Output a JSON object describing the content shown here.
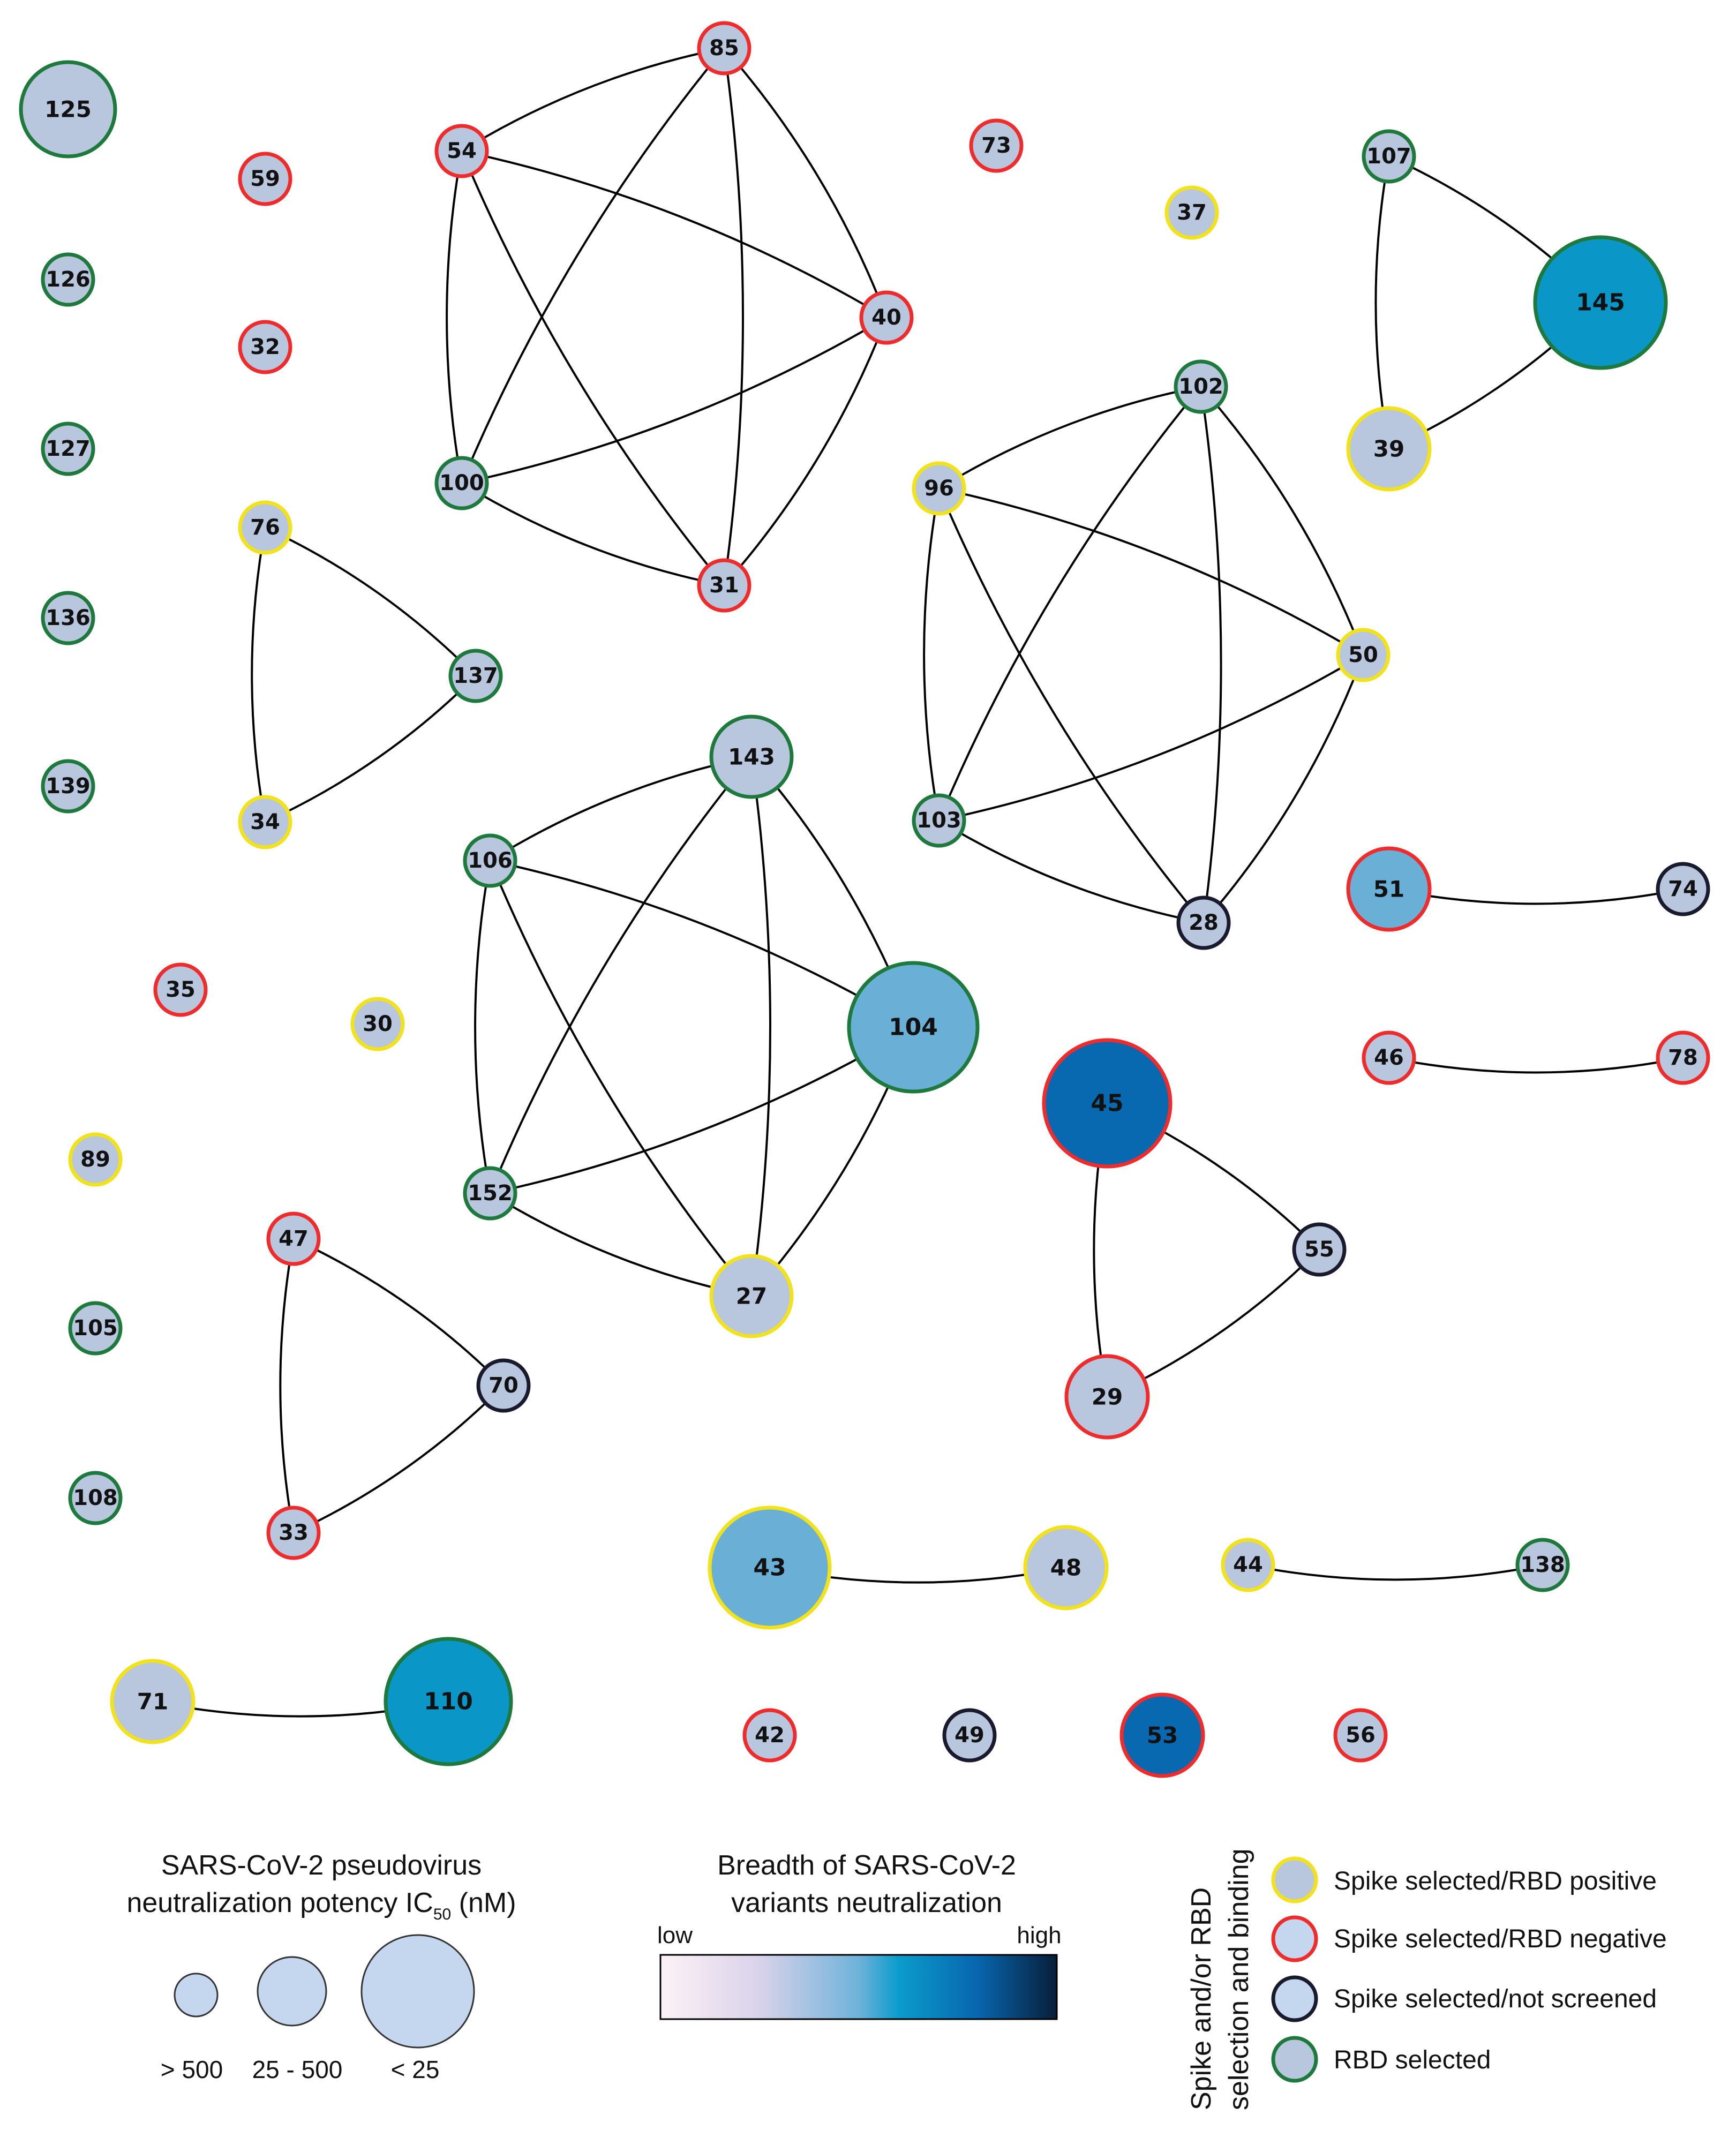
{
  "legend": {
    "size": {
      "title_line1": "SARS-CoV-2 pseudovirus",
      "title_line2_prefix": "neutralization potency IC",
      "title_line2_sub": "50",
      "title_line2_suffix": " (nM)",
      "labels": [
        "> 500",
        "25 - 500",
        "< 25"
      ]
    },
    "color": {
      "title_line1": "Breadth of SARS-CoV-2",
      "title_line2": "variants neutralization",
      "low": "low",
      "high": "high"
    },
    "border": {
      "title_line1": "Spike and/or RBD",
      "title_line2": "selection and binding",
      "items": [
        {
          "label": "Spike selected/RBD positive",
          "color": "#f2e21b"
        },
        {
          "label": "Spike selected/RBD negative",
          "color": "#ef2b2b"
        },
        {
          "label": "Spike selected/not screened",
          "color": "#1a1a2e"
        },
        {
          "label": "RBD selected",
          "color": "#1e7a3c"
        }
      ]
    }
  },
  "colors": {
    "yellow": "#f2e21b",
    "red": "#ef2b2b",
    "black": "#1a1a2e",
    "green": "#1e7a3c",
    "fill_base": "#b9c7de",
    "fill_light": "#6aafd6",
    "fill_mid": "#0b96c8",
    "fill_dark": "#0969b0",
    "edge": "#000000"
  },
  "nodes": [
    {
      "id": "125",
      "border": "green",
      "size": "mid",
      "fill": "base"
    },
    {
      "id": "126",
      "border": "green",
      "size": "small",
      "fill": "base"
    },
    {
      "id": "127",
      "border": "green",
      "size": "small",
      "fill": "base"
    },
    {
      "id": "136",
      "border": "green",
      "size": "small",
      "fill": "base"
    },
    {
      "id": "139",
      "border": "green",
      "size": "small",
      "fill": "base"
    },
    {
      "id": "59",
      "border": "red",
      "size": "small",
      "fill": "base"
    },
    {
      "id": "32",
      "border": "red",
      "size": "small",
      "fill": "base"
    },
    {
      "id": "76",
      "border": "yellow",
      "size": "small",
      "fill": "base"
    },
    {
      "id": "34",
      "border": "yellow",
      "size": "small",
      "fill": "base"
    },
    {
      "id": "137",
      "border": "green",
      "size": "small",
      "fill": "base"
    },
    {
      "id": "85",
      "border": "red",
      "size": "small",
      "fill": "base"
    },
    {
      "id": "54",
      "border": "red",
      "size": "small",
      "fill": "base"
    },
    {
      "id": "40",
      "border": "red",
      "size": "small",
      "fill": "base"
    },
    {
      "id": "100",
      "border": "green",
      "size": "small",
      "fill": "base"
    },
    {
      "id": "31",
      "border": "red",
      "size": "small",
      "fill": "base"
    },
    {
      "id": "73",
      "border": "red",
      "size": "small",
      "fill": "base"
    },
    {
      "id": "37",
      "border": "yellow",
      "size": "small",
      "fill": "base"
    },
    {
      "id": "107",
      "border": "green",
      "size": "small",
      "fill": "base"
    },
    {
      "id": "145",
      "border": "green",
      "size": "large",
      "fill": "mid"
    },
    {
      "id": "39",
      "border": "yellow",
      "size": "mid",
      "fill": "base"
    },
    {
      "id": "102",
      "border": "green",
      "size": "small",
      "fill": "base"
    },
    {
      "id": "96",
      "border": "yellow",
      "size": "small",
      "fill": "base"
    },
    {
      "id": "50",
      "border": "yellow",
      "size": "small",
      "fill": "base"
    },
    {
      "id": "103",
      "border": "green",
      "size": "small",
      "fill": "base"
    },
    {
      "id": "28",
      "border": "black",
      "size": "small",
      "fill": "base"
    },
    {
      "id": "143",
      "border": "green",
      "size": "mid",
      "fill": "base"
    },
    {
      "id": "106",
      "border": "green",
      "size": "small",
      "fill": "base"
    },
    {
      "id": "104",
      "border": "green",
      "size": "large",
      "fill": "light"
    },
    {
      "id": "152",
      "border": "green",
      "size": "small",
      "fill": "base"
    },
    {
      "id": "27",
      "border": "yellow",
      "size": "mid",
      "fill": "base"
    },
    {
      "id": "51",
      "border": "red",
      "size": "mid",
      "fill": "light"
    },
    {
      "id": "74",
      "border": "black",
      "size": "small",
      "fill": "base"
    },
    {
      "id": "46",
      "border": "red",
      "size": "small",
      "fill": "base"
    },
    {
      "id": "78",
      "border": "red",
      "size": "small",
      "fill": "base"
    },
    {
      "id": "35",
      "border": "red",
      "size": "small",
      "fill": "base"
    },
    {
      "id": "30",
      "border": "yellow",
      "size": "small",
      "fill": "base"
    },
    {
      "id": "89",
      "border": "yellow",
      "size": "small",
      "fill": "base"
    },
    {
      "id": "45",
      "border": "red",
      "size": "large",
      "fill": "dark"
    },
    {
      "id": "55",
      "border": "black",
      "size": "small",
      "fill": "base"
    },
    {
      "id": "29",
      "border": "red",
      "size": "mid",
      "fill": "base"
    },
    {
      "id": "47",
      "border": "red",
      "size": "small",
      "fill": "base"
    },
    {
      "id": "70",
      "border": "black",
      "size": "small",
      "fill": "base"
    },
    {
      "id": "33",
      "border": "red",
      "size": "small",
      "fill": "base"
    },
    {
      "id": "105",
      "border": "green",
      "size": "small",
      "fill": "base"
    },
    {
      "id": "108",
      "border": "green",
      "size": "small",
      "fill": "base"
    },
    {
      "id": "43",
      "border": "yellow",
      "size": "large",
      "fill": "light"
    },
    {
      "id": "48",
      "border": "yellow",
      "size": "mid",
      "fill": "base"
    },
    {
      "id": "44",
      "border": "yellow",
      "size": "small",
      "fill": "base"
    },
    {
      "id": "138",
      "border": "green",
      "size": "small",
      "fill": "base"
    },
    {
      "id": "71",
      "border": "yellow",
      "size": "mid",
      "fill": "base"
    },
    {
      "id": "110",
      "border": "green",
      "size": "large",
      "fill": "mid"
    },
    {
      "id": "42",
      "border": "red",
      "size": "small",
      "fill": "base"
    },
    {
      "id": "49",
      "border": "black",
      "size": "small",
      "fill": "base"
    },
    {
      "id": "53",
      "border": "red",
      "size": "mid",
      "fill": "dark"
    },
    {
      "id": "56",
      "border": "red",
      "size": "small",
      "fill": "base"
    }
  ],
  "edges": [
    [
      "85",
      "54"
    ],
    [
      "85",
      "40"
    ],
    [
      "85",
      "100"
    ],
    [
      "85",
      "31"
    ],
    [
      "54",
      "40"
    ],
    [
      "54",
      "100"
    ],
    [
      "54",
      "31"
    ],
    [
      "40",
      "100"
    ],
    [
      "40",
      "31"
    ],
    [
      "100",
      "31"
    ],
    [
      "76",
      "137"
    ],
    [
      "76",
      "34"
    ],
    [
      "34",
      "137"
    ],
    [
      "107",
      "145"
    ],
    [
      "107",
      "39"
    ],
    [
      "39",
      "145"
    ],
    [
      "102",
      "96"
    ],
    [
      "102",
      "50"
    ],
    [
      "102",
      "103"
    ],
    [
      "102",
      "28"
    ],
    [
      "96",
      "50"
    ],
    [
      "96",
      "103"
    ],
    [
      "96",
      "28"
    ],
    [
      "50",
      "103"
    ],
    [
      "50",
      "28"
    ],
    [
      "103",
      "28"
    ],
    [
      "143",
      "106"
    ],
    [
      "143",
      "104"
    ],
    [
      "143",
      "152"
    ],
    [
      "143",
      "27"
    ],
    [
      "106",
      "104"
    ],
    [
      "106",
      "152"
    ],
    [
      "106",
      "27"
    ],
    [
      "104",
      "152"
    ],
    [
      "104",
      "27"
    ],
    [
      "152",
      "27"
    ],
    [
      "51",
      "74"
    ],
    [
      "46",
      "78"
    ],
    [
      "45",
      "55"
    ],
    [
      "45",
      "29"
    ],
    [
      "29",
      "55"
    ],
    [
      "47",
      "70"
    ],
    [
      "47",
      "33"
    ],
    [
      "33",
      "70"
    ],
    [
      "43",
      "48"
    ],
    [
      "44",
      "138"
    ],
    [
      "71",
      "110"
    ]
  ]
}
